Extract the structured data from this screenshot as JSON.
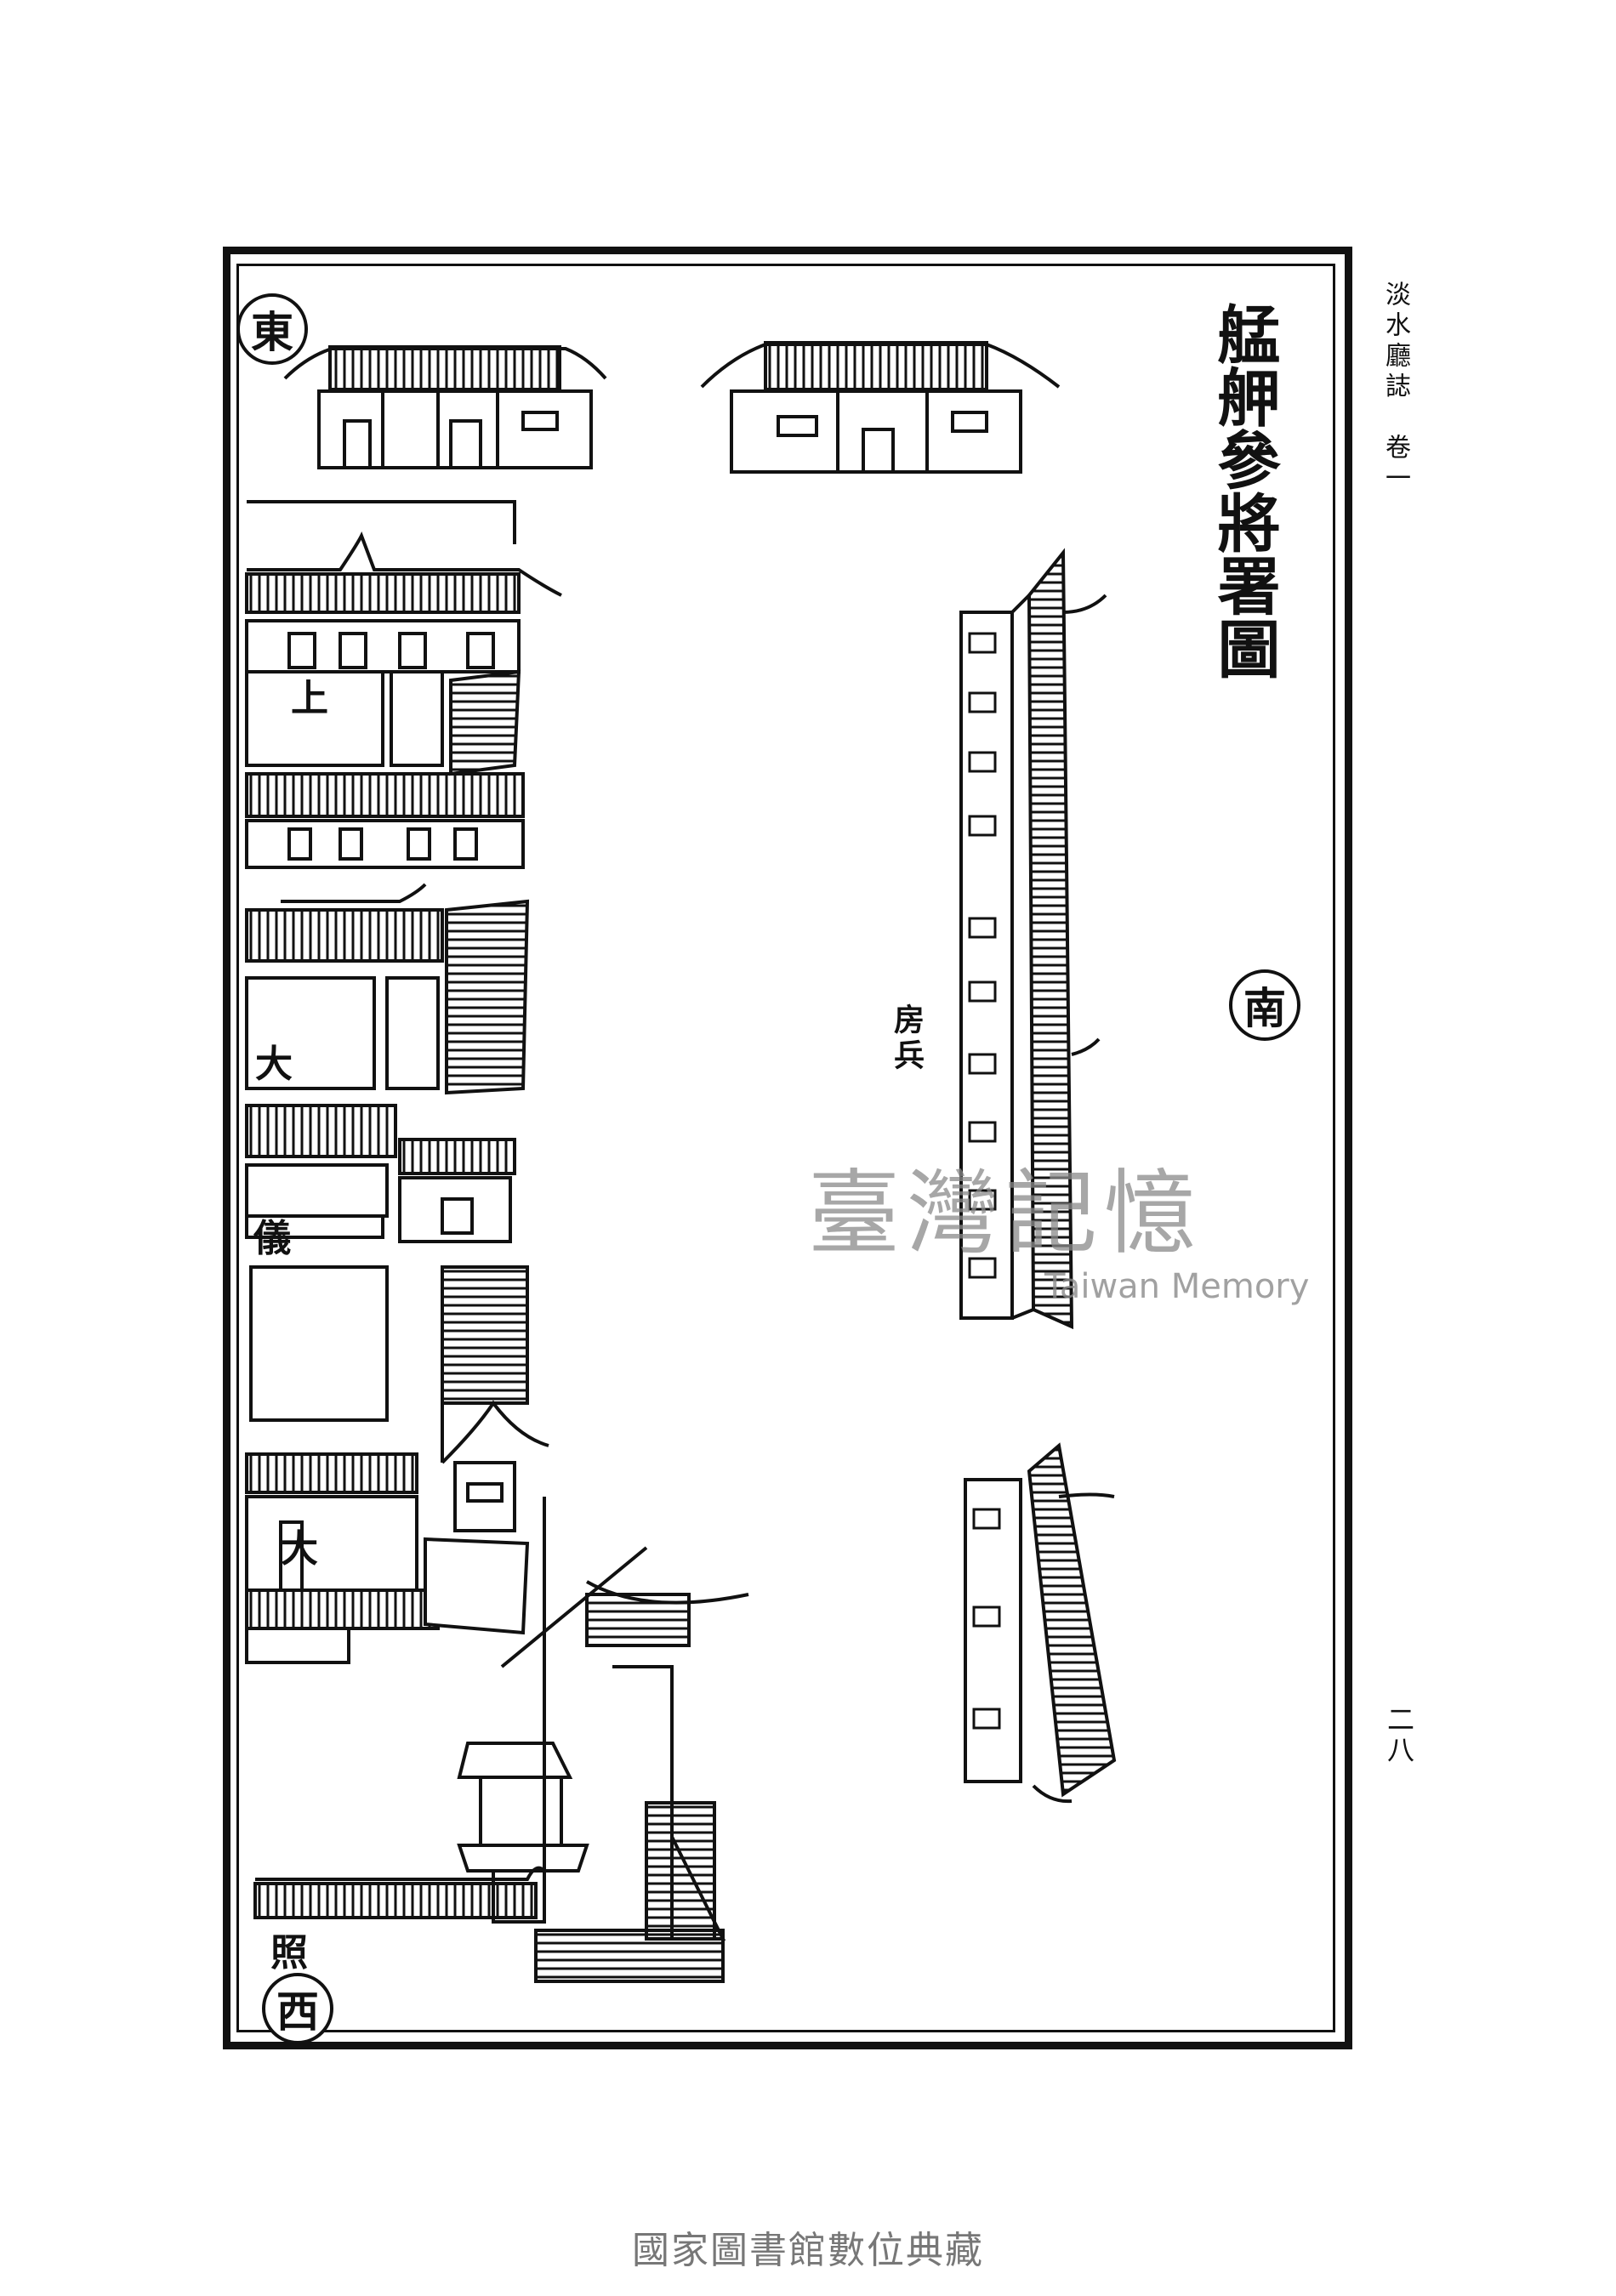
{
  "page": {
    "title": "艋舺參將署圖",
    "running_head": "淡水廳誌　卷一",
    "page_number": "二八",
    "compass": {
      "east": "東",
      "south": "南",
      "west": "西"
    },
    "labels": {
      "upper": "上",
      "great_1": "大",
      "ceremony": "儀",
      "great_2": "大",
      "screen": "照",
      "side_rooms": "房兵"
    },
    "watermark": {
      "cn": "臺灣記憶",
      "en": "Taiwan Memory"
    },
    "footer": "國家圖書館數位典藏"
  }
}
